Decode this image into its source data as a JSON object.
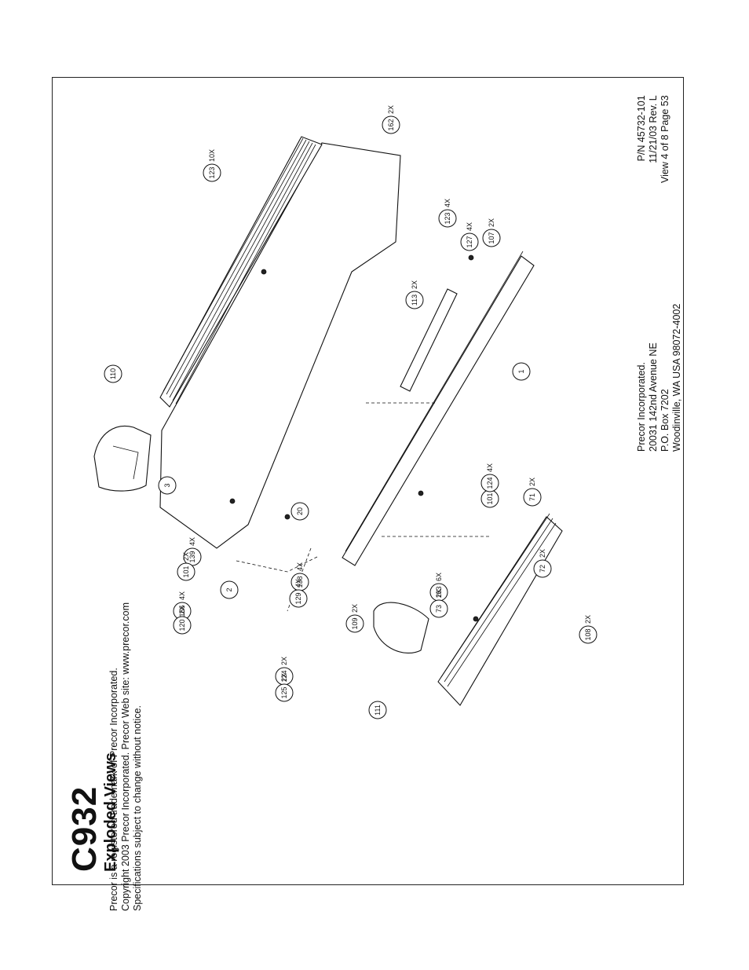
{
  "title": {
    "model": "C932",
    "subtitle": "Exploded Views"
  },
  "footer": {
    "legal": [
      "Precor is a registered trademark of Precor Incorporated.",
      "Copyright 2003 Precor Incorporated. Precor Web site: www.precor.com",
      "Specifications subject to change without notice."
    ],
    "address": [
      "Precor Incorporated.",
      "20031 142nd Avenue NE",
      "P.O. Box 7202",
      "Woodinville, WA   USA 98072-4002"
    ],
    "doc": [
      "P/N 45732-101",
      "11/21/03  Rev. L",
      "View 4 of 8  Page 53"
    ]
  },
  "callouts": [
    {
      "label": "162",
      "qty": "2X"
    },
    {
      "label": "123",
      "qty": "10X"
    },
    {
      "label": "123",
      "qty": "4X"
    },
    {
      "label": "127",
      "qty": "4X"
    },
    {
      "label": "107",
      "qty": "2X"
    },
    {
      "label": "113",
      "qty": "2X"
    },
    {
      "label": "110",
      "qty": ""
    },
    {
      "label": "1",
      "qty": ""
    },
    {
      "label": "3",
      "qty": ""
    },
    {
      "label": "20",
      "qty": ""
    },
    {
      "label": "101",
      "qty": "4X"
    },
    {
      "label": "124",
      "qty": "4X"
    },
    {
      "label": "71",
      "qty": "2X"
    },
    {
      "label": "72",
      "qty": "2X"
    },
    {
      "label": "139",
      "qty": "4X"
    },
    {
      "label": "101",
      "qty": "2X"
    },
    {
      "label": "2",
      "qty": ""
    },
    {
      "label": "138",
      "qty": "4X"
    },
    {
      "label": "129",
      "qty": "4X"
    },
    {
      "label": "166",
      "qty": "4X"
    },
    {
      "label": "120",
      "qty": "2X"
    },
    {
      "label": "163",
      "qty": "6X"
    },
    {
      "label": "73",
      "qty": "2X"
    },
    {
      "label": "109",
      "qty": "2X"
    },
    {
      "label": "124",
      "qty": "2X"
    },
    {
      "label": "125",
      "qty": "2X"
    },
    {
      "label": "108",
      "qty": "2X"
    },
    {
      "label": "111",
      "qty": ""
    }
  ]
}
